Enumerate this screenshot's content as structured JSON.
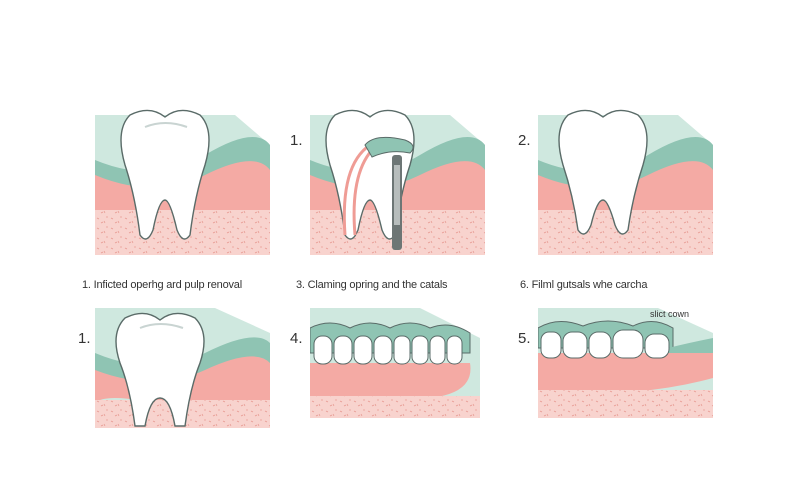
{
  "colors": {
    "mint": "#cfe8df",
    "gum_green": "#8fc4b3",
    "gum_pink": "#f4b8b3",
    "tissue": "#f8d6d1",
    "tooth": "#ffffff",
    "outline": "#5a6b68"
  },
  "step_numbers": [
    "1.",
    "2.",
    "1.",
    "4.",
    "5."
  ],
  "captions": [
    "1. Inficted operhg ard pulp renoval",
    "3. Claming opring and the catals",
    "6. Filml gutsals whe carcha"
  ],
  "annotation": "slict cown",
  "icons": [
    "tooth",
    "dental-drill",
    "crown-row"
  ]
}
